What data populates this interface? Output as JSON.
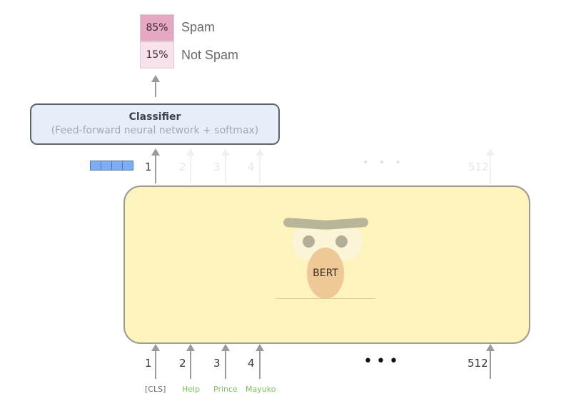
{
  "output": {
    "classes": [
      {
        "percent": "85%",
        "label": "Spam",
        "color": "#e4a8c2"
      },
      {
        "percent": "15%",
        "label": "Not Spam",
        "color": "#f7e1ea"
      }
    ]
  },
  "classifier": {
    "title": "Classifier",
    "subtitle": "(Feed-forward neural network + softmax)"
  },
  "bert": {
    "label": "BERT"
  },
  "output_positions": {
    "p1": "1",
    "p2": "2",
    "p3": "3",
    "p4": "4",
    "ellipsis": "• • •",
    "last": "512"
  },
  "input_positions": {
    "p1": "1",
    "p2": "2",
    "p3": "3",
    "p4": "4",
    "ellipsis": "•••",
    "last": "512"
  },
  "input_tokens": [
    {
      "text": "[CLS]",
      "color": "#6b6b6b"
    },
    {
      "text": "Help",
      "color": "#7fbf5e"
    },
    {
      "text": "Prince",
      "color": "#7fbf5e"
    },
    {
      "text": "Mayuko",
      "color": "#7fbf5e"
    }
  ],
  "colors": {
    "bert_fill": "#fdf3bd",
    "classifier_fill": "#e8eef9",
    "vector_fill": "#7daef2"
  }
}
